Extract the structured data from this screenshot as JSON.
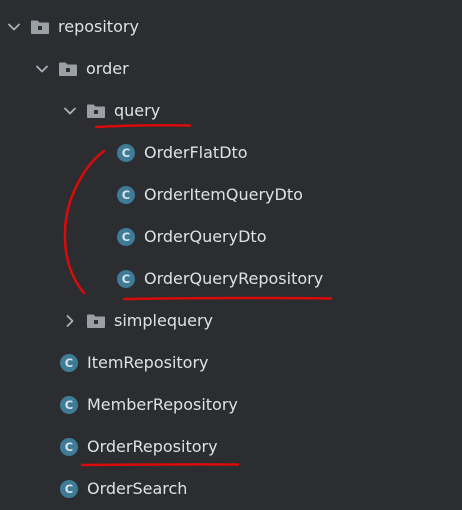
{
  "project_tree": {
    "repository": {
      "label": "repository",
      "expanded": true,
      "icon": "folder-icon"
    },
    "order": {
      "label": "order",
      "expanded": true,
      "icon": "folder-icon"
    },
    "query": {
      "label": "query",
      "expanded": true,
      "icon": "folder-icon"
    },
    "query_files": [
      {
        "label": "OrderFlatDto",
        "icon": "java-class-icon"
      },
      {
        "label": "OrderItemQueryDto",
        "icon": "java-class-icon"
      },
      {
        "label": "OrderQueryDto",
        "icon": "java-class-icon"
      },
      {
        "label": "OrderQueryRepository",
        "icon": "java-class-icon"
      }
    ],
    "simplequery": {
      "label": "simplequery",
      "expanded": false,
      "icon": "folder-icon"
    },
    "order_files": [
      {
        "label": "ItemRepository",
        "icon": "java-class-icon"
      },
      {
        "label": "MemberRepository",
        "icon": "java-class-icon"
      },
      {
        "label": "OrderRepository",
        "icon": "java-class-icon"
      },
      {
        "label": "OrderSearch",
        "icon": "java-class-icon"
      }
    ]
  },
  "colors": {
    "background": "#2b2d30",
    "text": "#dfe1e5",
    "folder": "#9aa0a6",
    "class_icon": "#3f7a96",
    "class_letter": "#d9e6ec",
    "annotation": "#d90b0b"
  }
}
